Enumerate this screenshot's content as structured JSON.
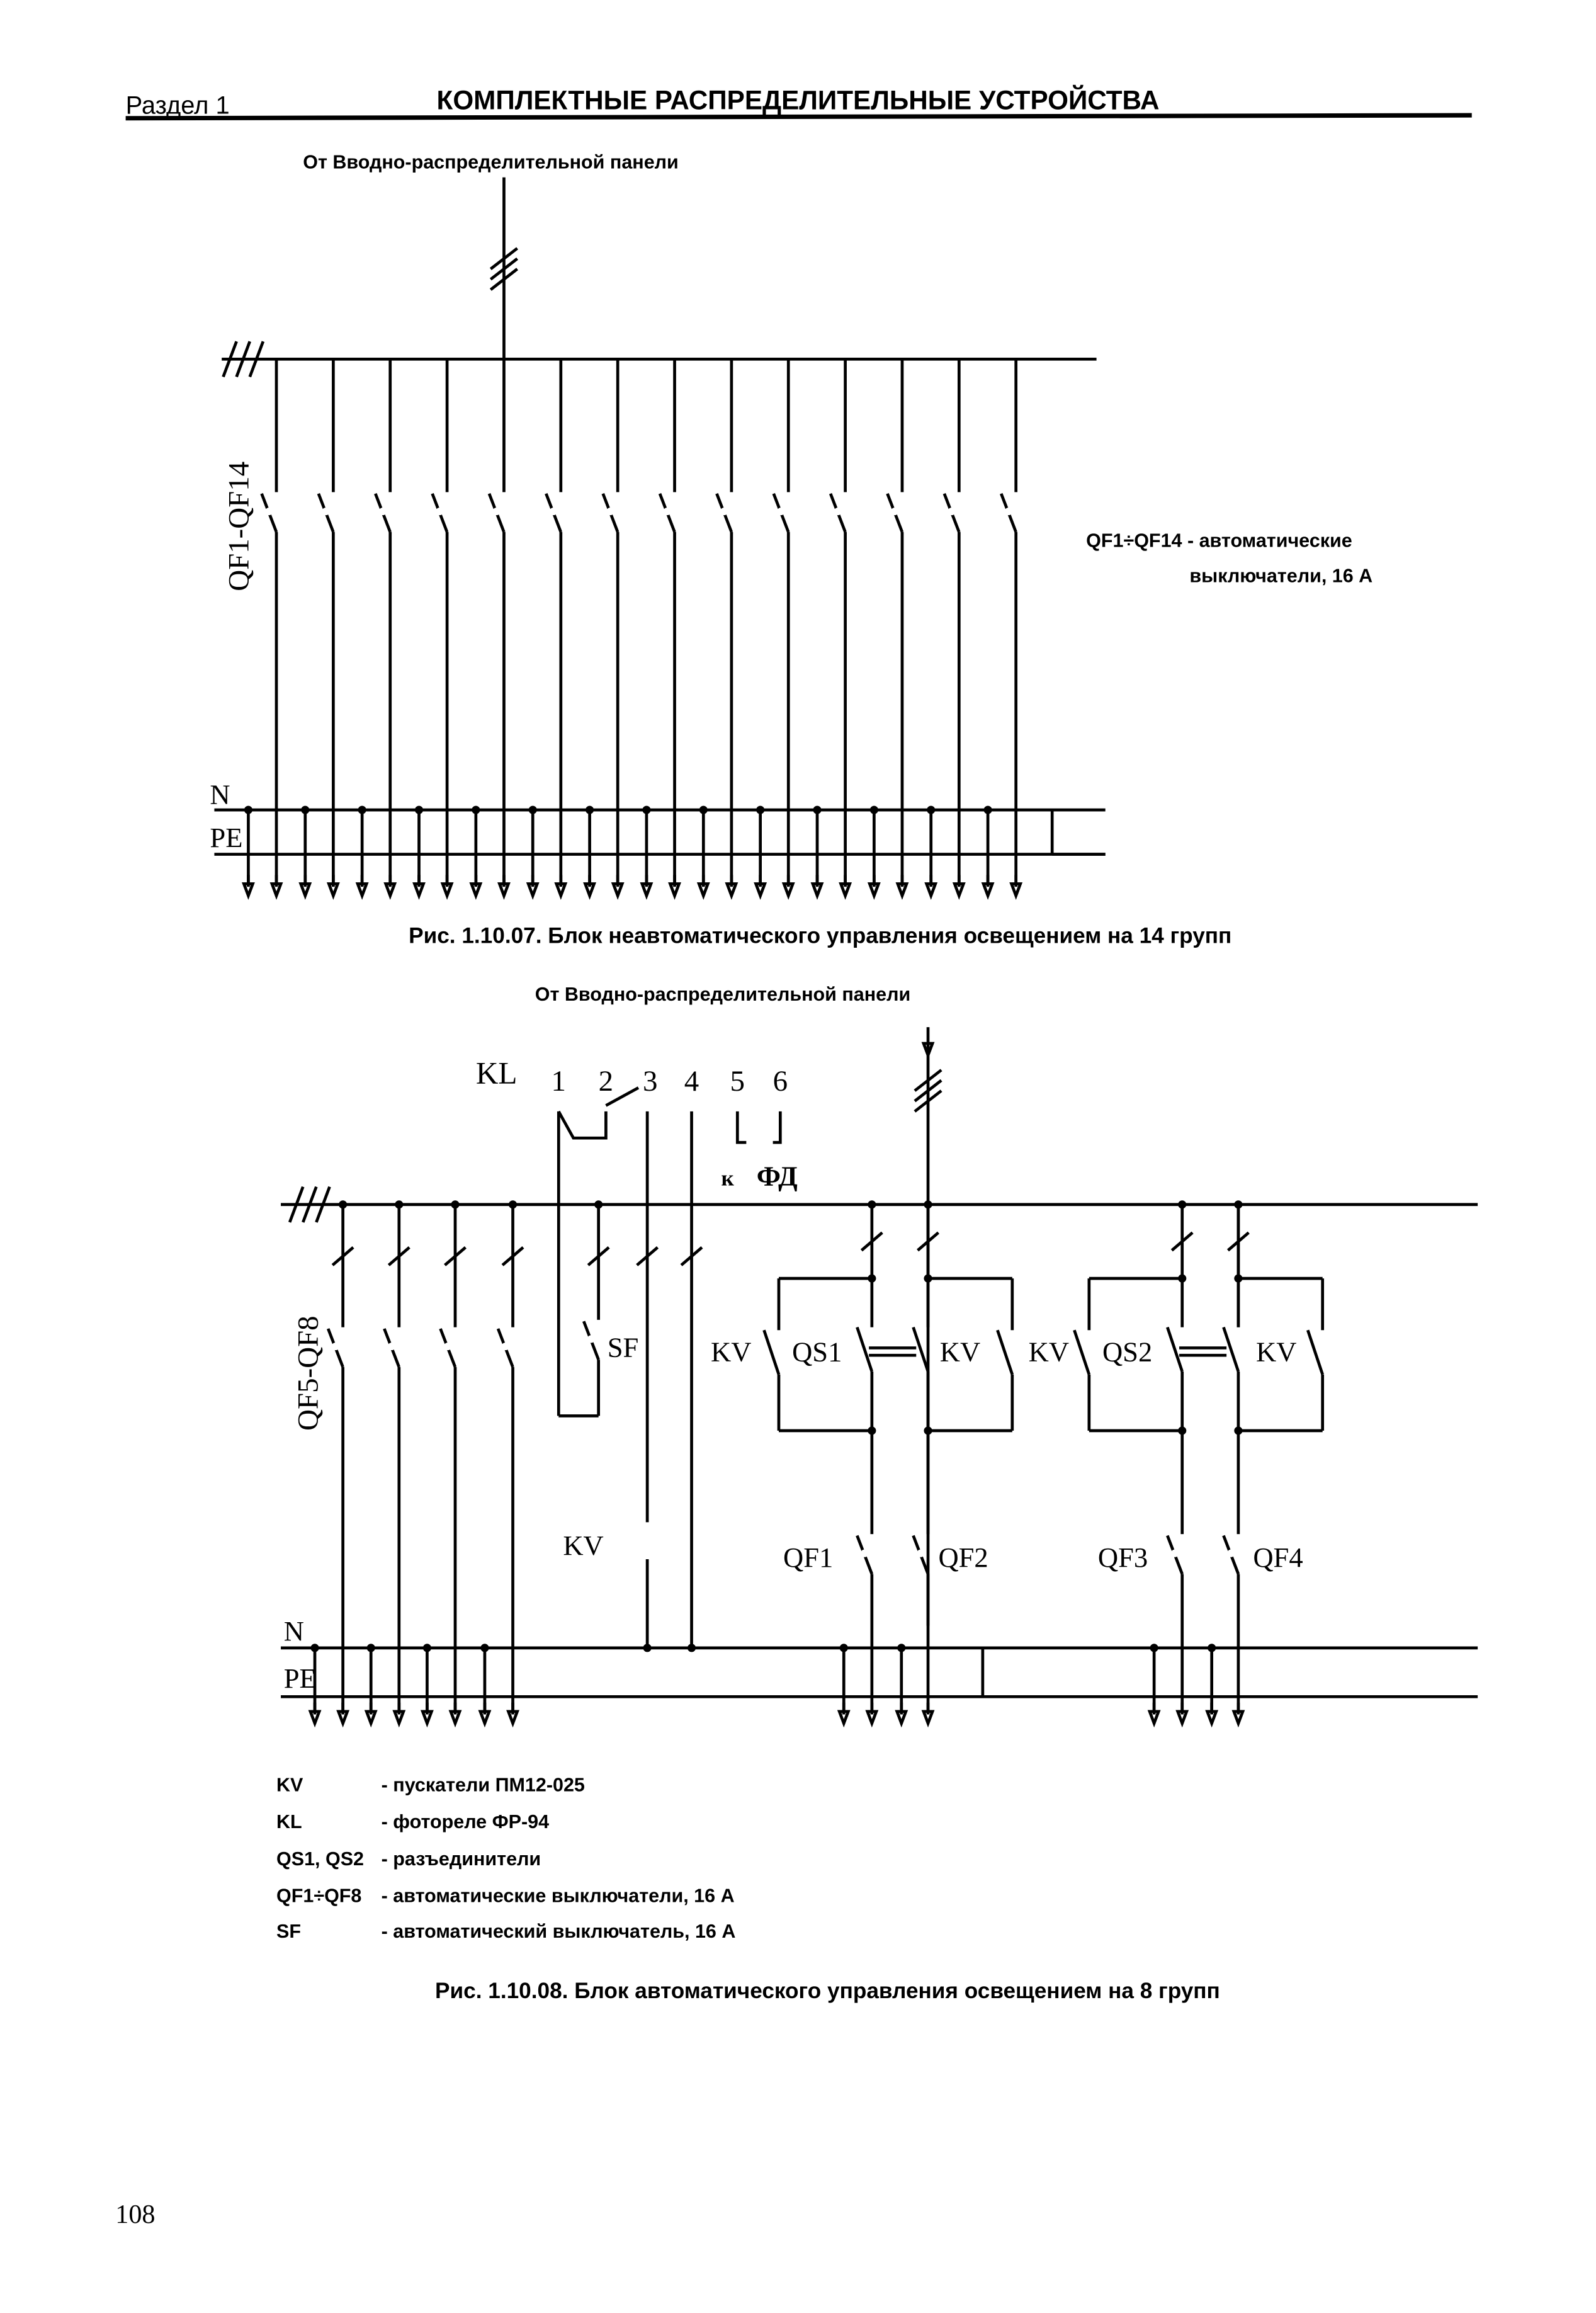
{
  "header": {
    "section": "Раздел 1",
    "title": "КОМПЛЕКТНЫЕ РАСПРЕДЕЛИТЕЛЬНЫЕ УСТРОЙСТВА"
  },
  "figure1": {
    "source_label": "От Вводно-распределительной панели",
    "breakers_label": "QF1-QF14",
    "n_label": "N",
    "pe_label": "PE",
    "note_line1": "QF1÷QF14 - автоматические",
    "note_line2": "выключатели, 16 А",
    "caption": "Рис. 1.10.07. Блок неавтоматического управления освещением на 14 групп",
    "group_count": 14
  },
  "figure2": {
    "source_label": "От Вводно-распределительной панели",
    "kl_label": "KL",
    "terminals": [
      "1",
      "2",
      "3",
      "4",
      "5",
      "6"
    ],
    "to_label": "к",
    "fd_label": "ФД",
    "breakers_label": "QF5-QF8",
    "sf_label": "SF",
    "kv_coil_label": "KV",
    "kv1": "KV",
    "qs1": "QS1",
    "kv2": "KV",
    "kv3": "KV",
    "qs2": "QS2",
    "kv4": "KV",
    "qf1": "QF1",
    "qf2": "QF2",
    "qf3": "QF3",
    "qf4": "QF4",
    "n_label": "N",
    "pe_label": "PE",
    "legend": [
      {
        "code": "KV",
        "text": "- пускатели ПМ12-025"
      },
      {
        "code": "KL",
        "text": "- фотореле ФР-94"
      },
      {
        "code": "QS1, QS2",
        "text": "- разъединители"
      },
      {
        "code": "QF1÷QF8",
        "text": "- автоматические выключатели, 16 А"
      },
      {
        "code": "SF",
        "text": "- автоматический выключатель, 16 А"
      }
    ],
    "caption": "Рис. 1.10.08. Блок автоматического управления освещением на 8 групп"
  },
  "page_number": "108"
}
